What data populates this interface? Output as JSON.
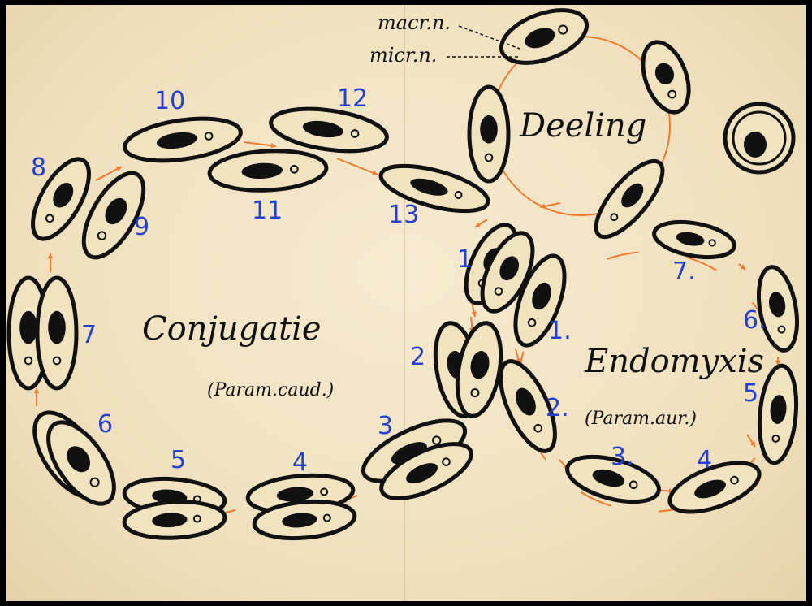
{
  "titles": {
    "conjugation": "Conjugatie",
    "conjugation_species": "(Param.caud.)",
    "division": "Deeling",
    "endomyxis": "Endomyxis",
    "endomyxis_species": "(Param.aur.)"
  },
  "nucleus_labels": {
    "macronucleus": "macr.n.",
    "micronucleus": "micr.n."
  },
  "conjugation_numbers": [
    "1",
    "2",
    "3",
    "4",
    "5",
    "6",
    "7",
    "8",
    "9",
    "10",
    "11",
    "12",
    "13"
  ],
  "endomyxis_numbers": [
    "1.",
    "2.",
    "3.",
    "4",
    "5",
    "6.",
    "7."
  ],
  "colors": {
    "paper": "#f2e4c2",
    "ink": "#111111",
    "numbers": "#2340d0",
    "arrows": "#f07a30"
  }
}
